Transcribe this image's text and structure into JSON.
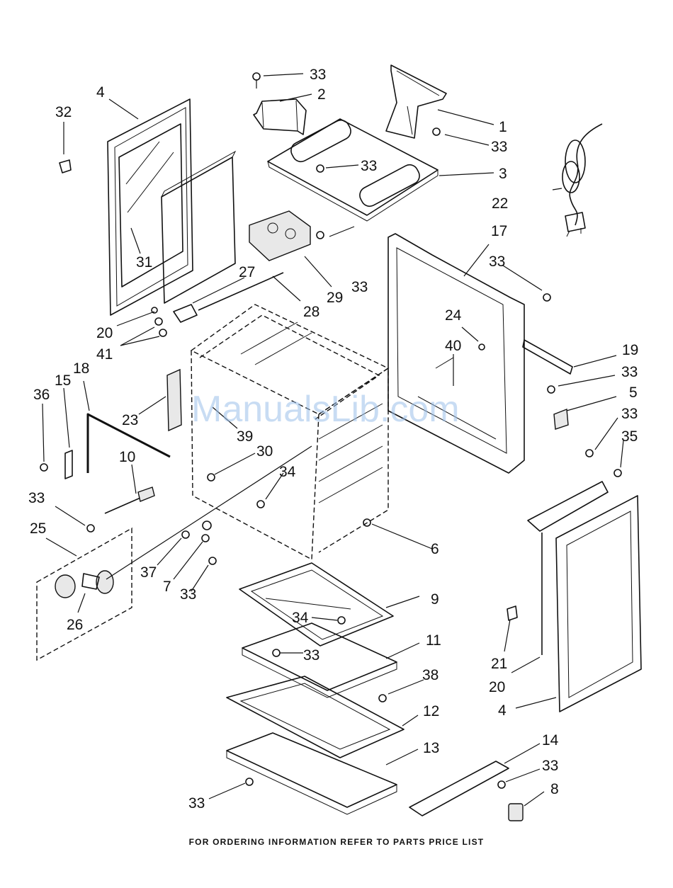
{
  "labels": {
    "c1": "1",
    "c2": "2",
    "c3": "3",
    "c4a": "4",
    "c4b": "4",
    "c5": "5",
    "c6": "6",
    "c7": "7",
    "c8": "8",
    "c9": "9",
    "c10": "10",
    "c11": "11",
    "c12": "12",
    "c13": "13",
    "c14": "14",
    "c15": "15",
    "c17": "17",
    "c18": "18",
    "c19": "19",
    "c20a": "20",
    "c20b": "20",
    "c21": "21",
    "c22": "22",
    "c23": "23",
    "c24": "24",
    "c25": "25",
    "c26": "26",
    "c27": "27",
    "c28": "28",
    "c29": "29",
    "c30": "30",
    "c31": "31",
    "c32": "32",
    "c33a": "33",
    "c33b": "33",
    "c33c": "33",
    "c33d": "33",
    "c33e": "33",
    "c33f": "33",
    "c33g": "33",
    "c33h": "33",
    "c33i": "33",
    "c33j": "33",
    "c33k": "33",
    "c34a": "34",
    "c34b": "34",
    "c34c": "34",
    "c35": "35",
    "c36": "36",
    "c37": "37",
    "c38": "38",
    "c39": "39",
    "c40": "40",
    "c41": "41"
  },
  "watermark": "ManualsLib.com",
  "footer": "FOR ORDERING INFORMATION REFER TO PARTS PRICE LIST"
}
